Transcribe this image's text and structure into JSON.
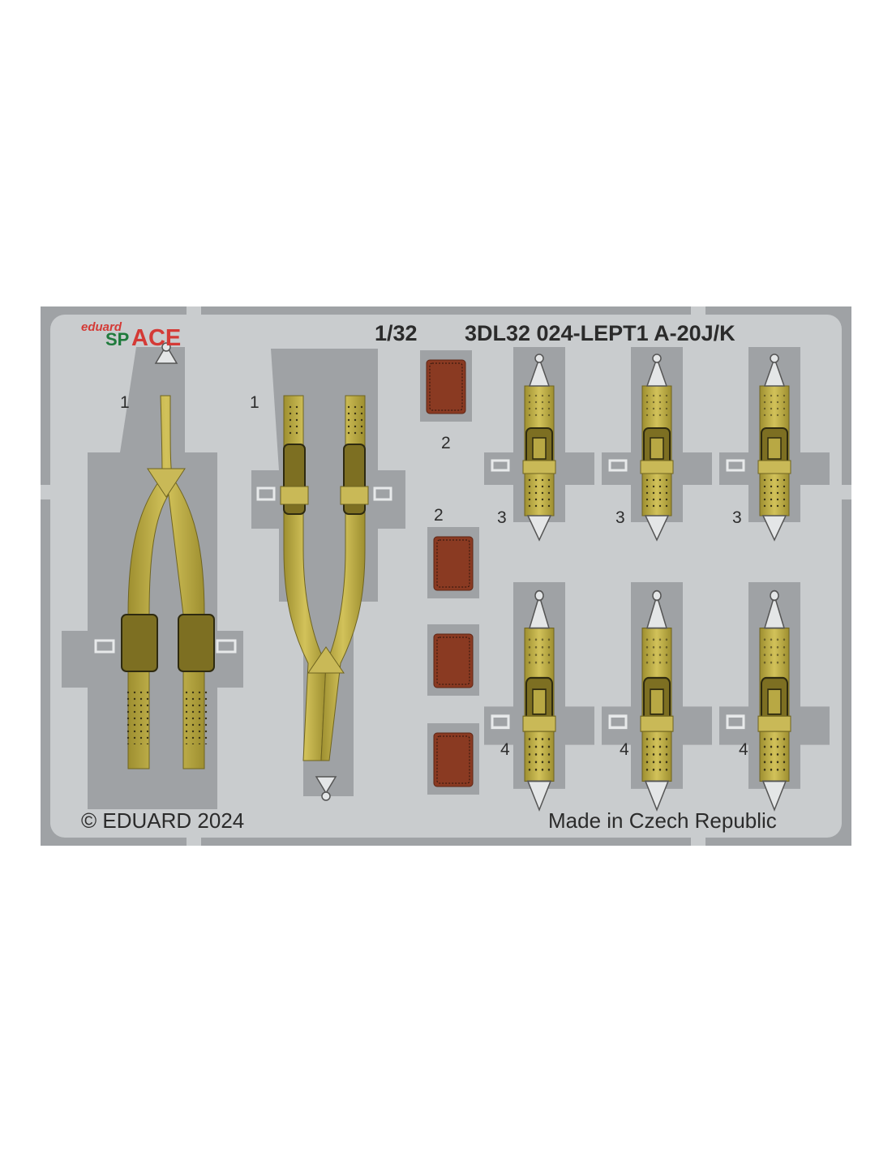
{
  "sheet": {
    "logo": {
      "small": "eduard",
      "sp": "SP",
      "ace": "ACE"
    },
    "header": {
      "scale": "1/32",
      "product_code": "3DL32 024-LEPT1 A-20J/K"
    },
    "footer": {
      "copyright": "© EDUARD 2024",
      "origin": "Made in Czech Republic"
    },
    "part_labels": {
      "p1a": "1",
      "p1b": "1",
      "p2a": "2",
      "p2b": "2",
      "p3a": "3",
      "p3b": "3",
      "p3c": "3",
      "p4a": "4",
      "p4b": "4",
      "p4c": "4"
    },
    "colors": {
      "fret": "#c9ccce",
      "cutout": "#9fa2a5",
      "belt": "#c4b44a",
      "belt_dark": "#8d7f2a",
      "pad": "#8a3a22",
      "metal": "#d8dadb",
      "logo_red": "#d43a36",
      "logo_green": "#1f7a3c"
    }
  }
}
